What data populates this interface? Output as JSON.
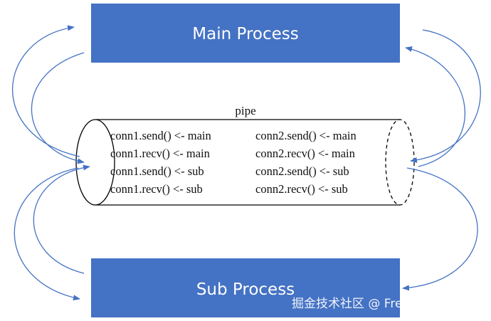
{
  "colors": {
    "process_box": "#4472c4",
    "arrow": "#4472c4",
    "pipe_outline": "#000000",
    "watermark": "#ffffff"
  },
  "main_process": {
    "label": "Main Process"
  },
  "sub_process": {
    "label": "Sub Process"
  },
  "pipe": {
    "title": "pipe",
    "left_lines": [
      "conn1.send() <- main",
      "conn1.recv() <- main",
      "conn1.send() <- sub",
      "conn1.recv() <- sub"
    ],
    "right_lines": [
      "conn2.send() <- main",
      "conn2.recv() <- main",
      "conn2.send() <- sub",
      "conn2.recv() <- sub"
    ]
  },
  "watermark": {
    "text": "掘金技术社区 @ Freak嵌入式"
  }
}
